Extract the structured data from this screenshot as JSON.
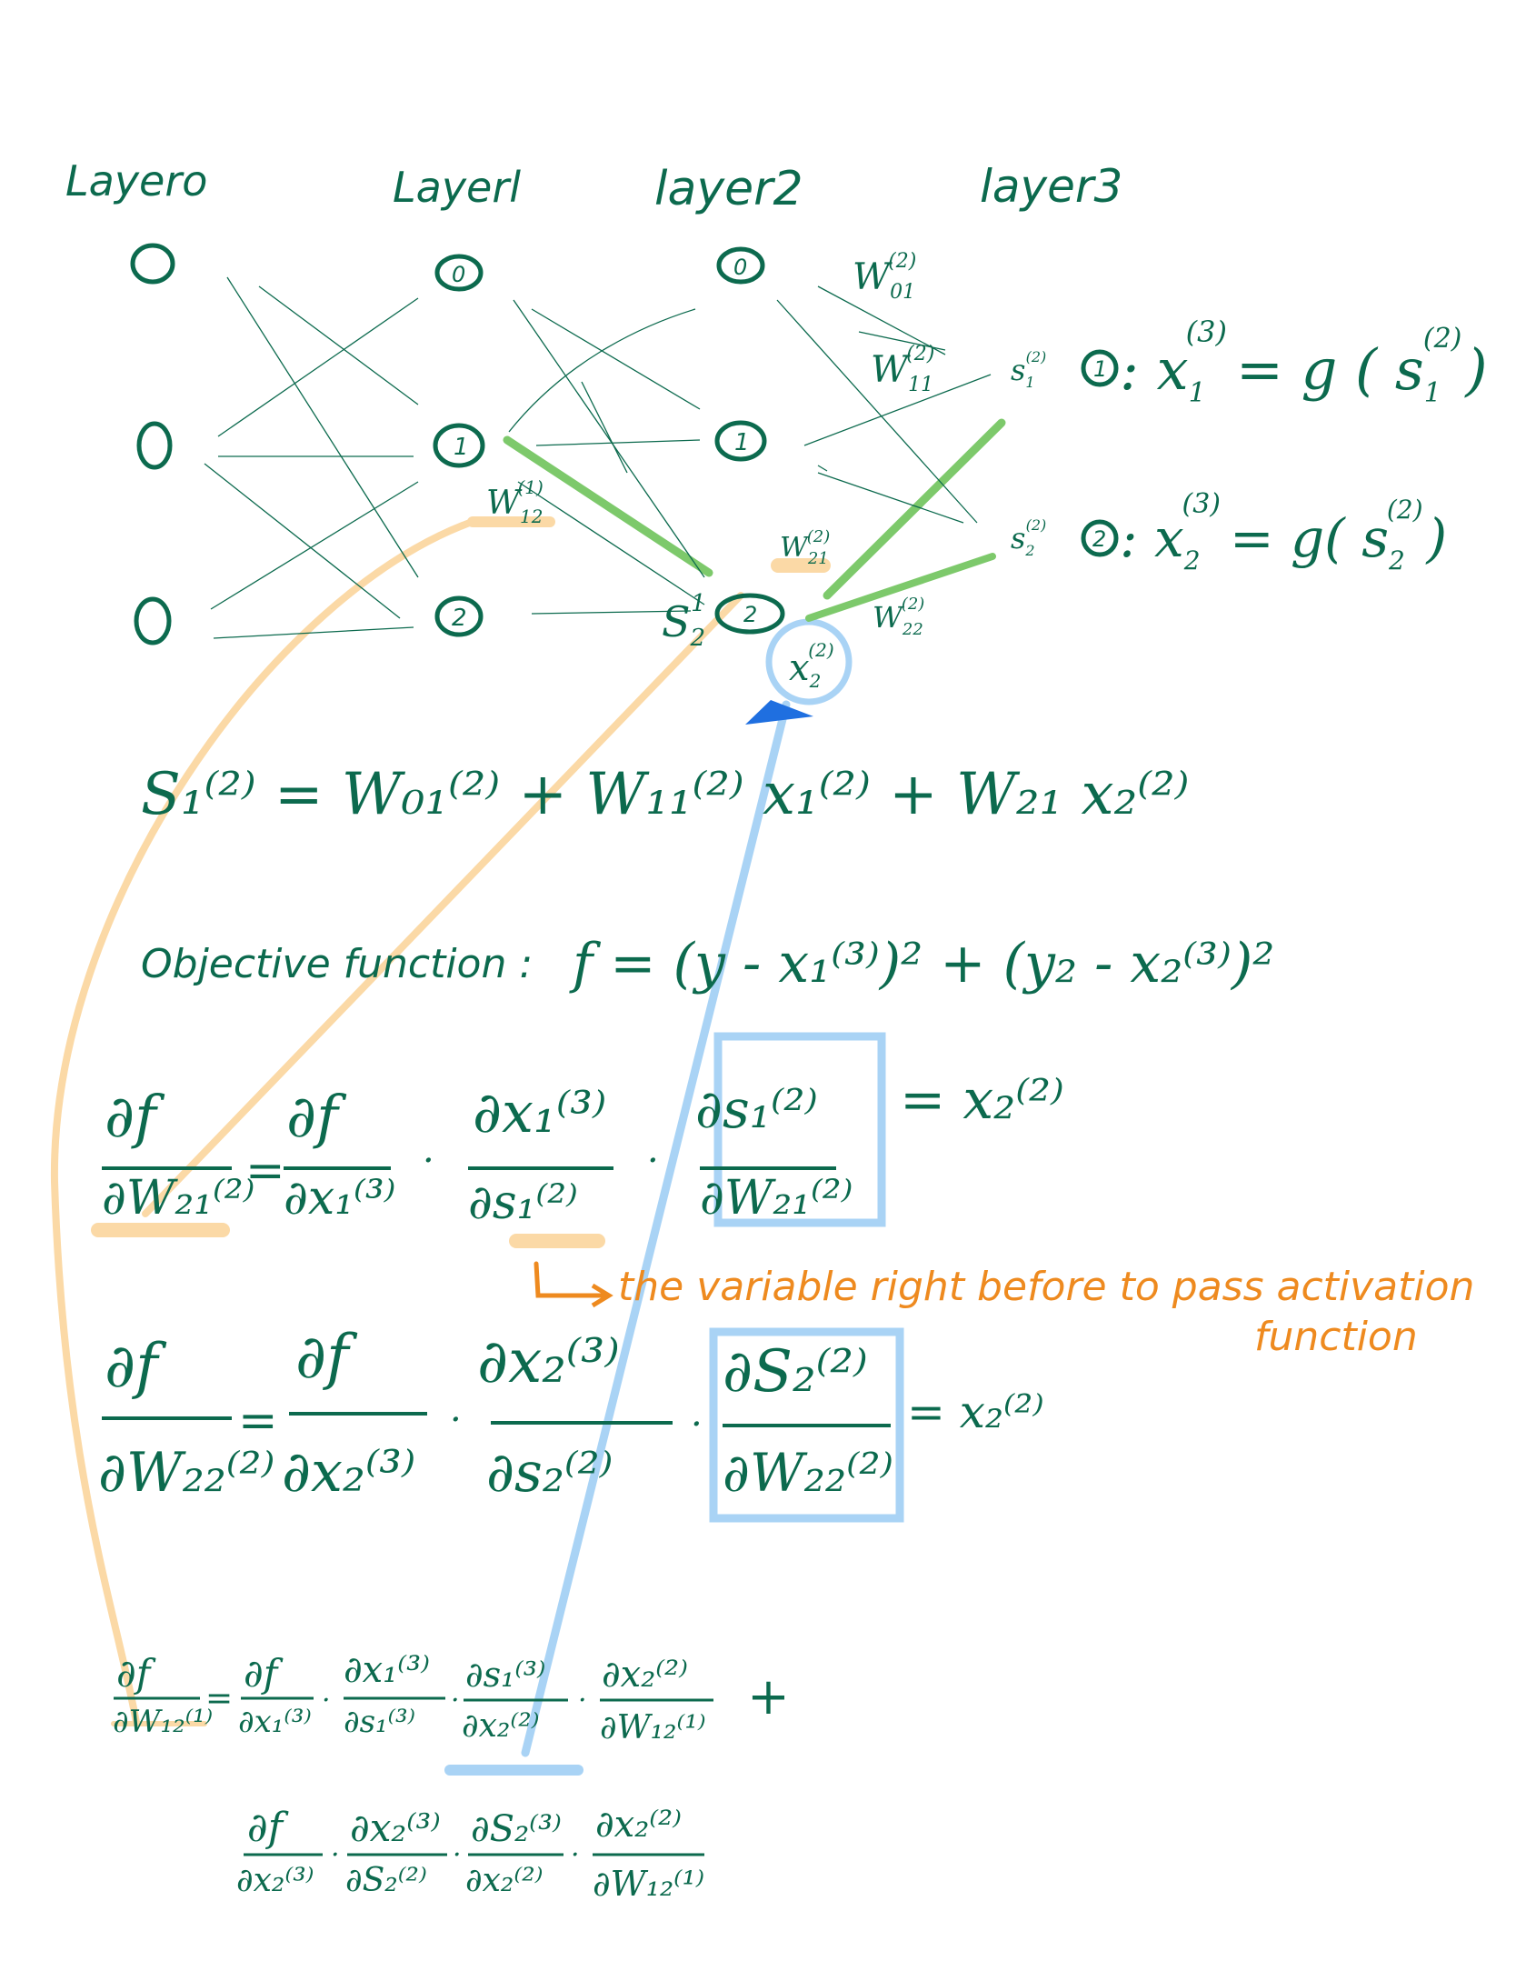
{
  "layers": [
    "Layero",
    "Layerl",
    "layer2",
    "layer3"
  ],
  "node_labels": {
    "l1_bias": "0",
    "l1_n1": "1",
    "l1_n2": "2",
    "l2_bias": "0",
    "l2_n1": "1",
    "l2_n2": "2"
  },
  "edge_labels": {
    "w01": "W",
    "w01_sup": "(2)",
    "w01_sub": "01",
    "w11": "W",
    "w11_sup": "(2)",
    "w11_sub": "11",
    "w12": "W",
    "w12_sup": "(1)",
    "w12_sub": "12",
    "w21": "W",
    "w21_sup": "(2)",
    "w21_sub": "21",
    "w22": "W",
    "w22_sup": "(2)",
    "w22_sub": "22",
    "s21_l": "S",
    "s21_sup": "1",
    "s21_sub": "2",
    "x2_circle": "x",
    "x2_circle_sup": "(2)",
    "x2_circle_sub": "2"
  },
  "outputs": {
    "o1_s": "s",
    "o1_sup": "(2)",
    "o1_sub": "1",
    "o1_num": "1",
    "o1_eq": ": x",
    "o1_eq_sup": "(3)",
    "o1_eq_sub": "1",
    "o1_rhs": "= g ( s",
    "o1_rhs_sup": "(2)",
    "o1_rhs_sub": "1",
    "o1_close": ")",
    "o2_s": "s",
    "o2_sup": "(2)",
    "o2_sub": "2",
    "o2_num": "2",
    "o2_eq": ": x",
    "o2_eq_sup": "(3)",
    "o2_eq_sub": "2",
    "o2_rhs": "= g( s",
    "o2_rhs_sup": "(2)",
    "o2_rhs_sub": "2",
    "o2_close": ")"
  },
  "eq_s1": "S₁⁽²⁾ = W₀₁⁽²⁾ + W₁₁⁽²⁾ x₁⁽²⁾ + W₂₁ x₂⁽²⁾",
  "objective_label": "Objective function :",
  "objective_expr": "f = (y - x₁⁽³⁾)² + (y₂ - x₂⁽³⁾)²",
  "deriv1": {
    "lhs_num": "∂f",
    "lhs_den": "∂W₂₁⁽²⁾",
    "eq": "=",
    "t1_num": "∂f",
    "t1_den": "∂x₁⁽³⁾",
    "t2_num": "∂x₁⁽³⁾",
    "t2_den": "∂s₁⁽²⁾",
    "t3_num": "∂s₁⁽²⁾",
    "t3_den": "∂W₂₁⁽²⁾",
    "result": "= x₂⁽²⁾"
  },
  "note_line1": "the variable right before to pass activation",
  "note_line2": "function",
  "deriv2": {
    "lhs_num": "∂f",
    "lhs_den": "∂W₂₂⁽²⁾",
    "eq": "=",
    "t1_num": "∂f",
    "t1_den": "∂x₂⁽³⁾",
    "t2_num": "∂x₂⁽³⁾",
    "t2_den": "∂s₂⁽²⁾",
    "t3_num": "∂S₂⁽²⁾",
    "t3_den": "∂W₂₂⁽²⁾",
    "result": "= x₂⁽²⁾"
  },
  "deriv3": {
    "lhs_num": "∂f",
    "lhs_den": "∂W₁₂⁽¹⁾",
    "eq": "=",
    "a1_num": "∂f",
    "a1_den": "∂x₁⁽³⁾",
    "a2_num": "∂x₁⁽³⁾",
    "a2_den": "∂s₁⁽³⁾",
    "a3_num": "∂s₁⁽³⁾",
    "a3_den": "∂x₂⁽²⁾",
    "a4_num": "∂x₂⁽²⁾",
    "a4_den": "∂W₁₂⁽¹⁾",
    "plus": "+",
    "b1_num": "∂f",
    "b1_den": "∂x₂⁽³⁾",
    "b2_num": "∂x₂⁽³⁾",
    "b2_den": "∂S₂⁽²⁾",
    "b3_num": "∂S₂⁽³⁾",
    "b3_den": "∂x₂⁽²⁾",
    "b4_num": "∂x₂⁽²⁾",
    "b4_den": "∂W₁₂⁽¹⁾"
  },
  "colors": {
    "ink": "#0c6a4e",
    "highlight_green": "#7dc96b",
    "highlight_orange": "#fbd9a6",
    "highlight_blue": "#a9d3f5",
    "arrow_blue": "#1f6fe0",
    "note": "#ee8a1f"
  }
}
